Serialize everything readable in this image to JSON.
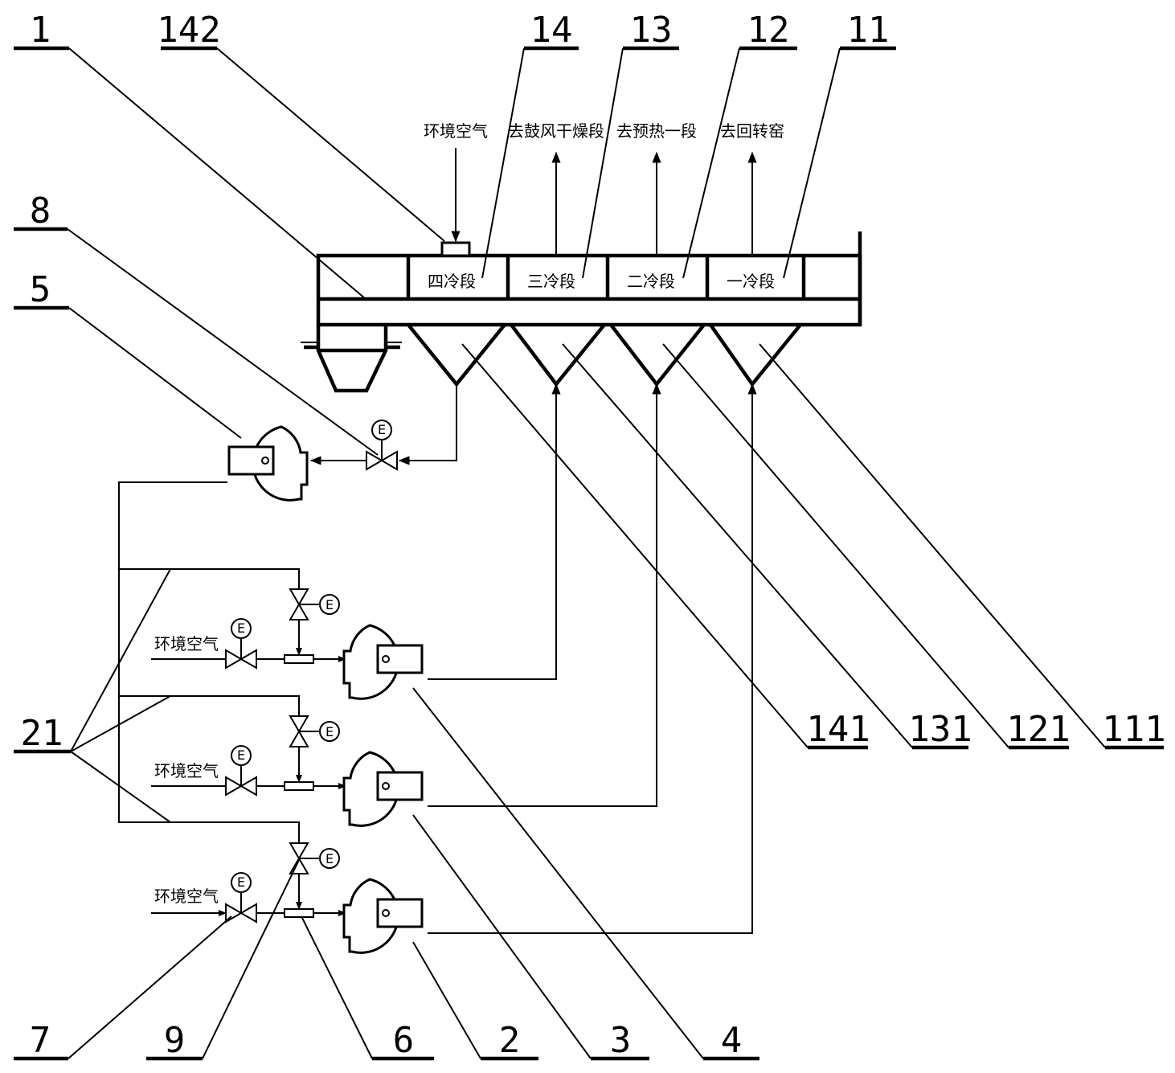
{
  "callouts": {
    "c1": "1",
    "c142": "142",
    "c14": "14",
    "c13": "13",
    "c12": "12",
    "c11": "11",
    "c8": "8",
    "c5": "5",
    "c21": "21",
    "c141": "141",
    "c131": "131",
    "c121": "121",
    "c111": "111",
    "c7": "7",
    "c9": "9",
    "c6": "6",
    "c2": "2",
    "c3": "3",
    "c4": "4"
  },
  "flows": {
    "ambient_top": "环境空气",
    "to_drying": "去鼓风干燥段",
    "to_preheat": "去预热一段",
    "to_kiln": "去回转窑",
    "ambient_1": "环境空气",
    "ambient_2": "环境空气",
    "ambient_3": "环境空气"
  },
  "sections": {
    "s4": "四冷段",
    "s3": "三冷段",
    "s2": "二冷段",
    "s1": "一冷段"
  },
  "actuator_label": "E"
}
